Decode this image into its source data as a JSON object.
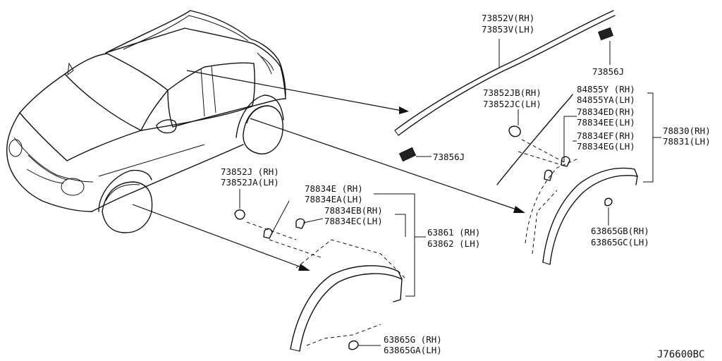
{
  "labels": {
    "l_73852v": "73852V(RH)",
    "l_73853v": "73853V(LH)",
    "l_73856j_top": "73856J",
    "l_73852jb": "73852JB(RH)",
    "l_73852jc": "73852JC(LH)",
    "l_84855y": "84855Y (RH)",
    "l_84855ya": "84855YA(LH)",
    "l_78834ed": "78834ED(RH)",
    "l_78834ee": "78834EE(LH)",
    "l_78834ef": "78834EF(RH)",
    "l_78834eg": "78834EG(LH)",
    "l_78830": "78830(RH)",
    "l_78831": "78831(LH)",
    "l_73856j_mid": "73856J",
    "l_63865gb": "63865GB(RH)",
    "l_63865gc": "63865GC(LH)",
    "l_73852j": "73852J (RH)",
    "l_73852ja": "73852JA(LH)",
    "l_78834e": "78834E (RH)",
    "l_78834ea": "78834EA(LH)",
    "l_78834eb": "78834EB(RH)",
    "l_78834ec": "78834EC(LH)",
    "l_63861": "63861 (RH)",
    "l_63862": "63862 (LH)",
    "l_63865g": "63865G (RH)",
    "l_63865ga": "63865GA(LH)"
  },
  "diagram_code": "J76600BC"
}
